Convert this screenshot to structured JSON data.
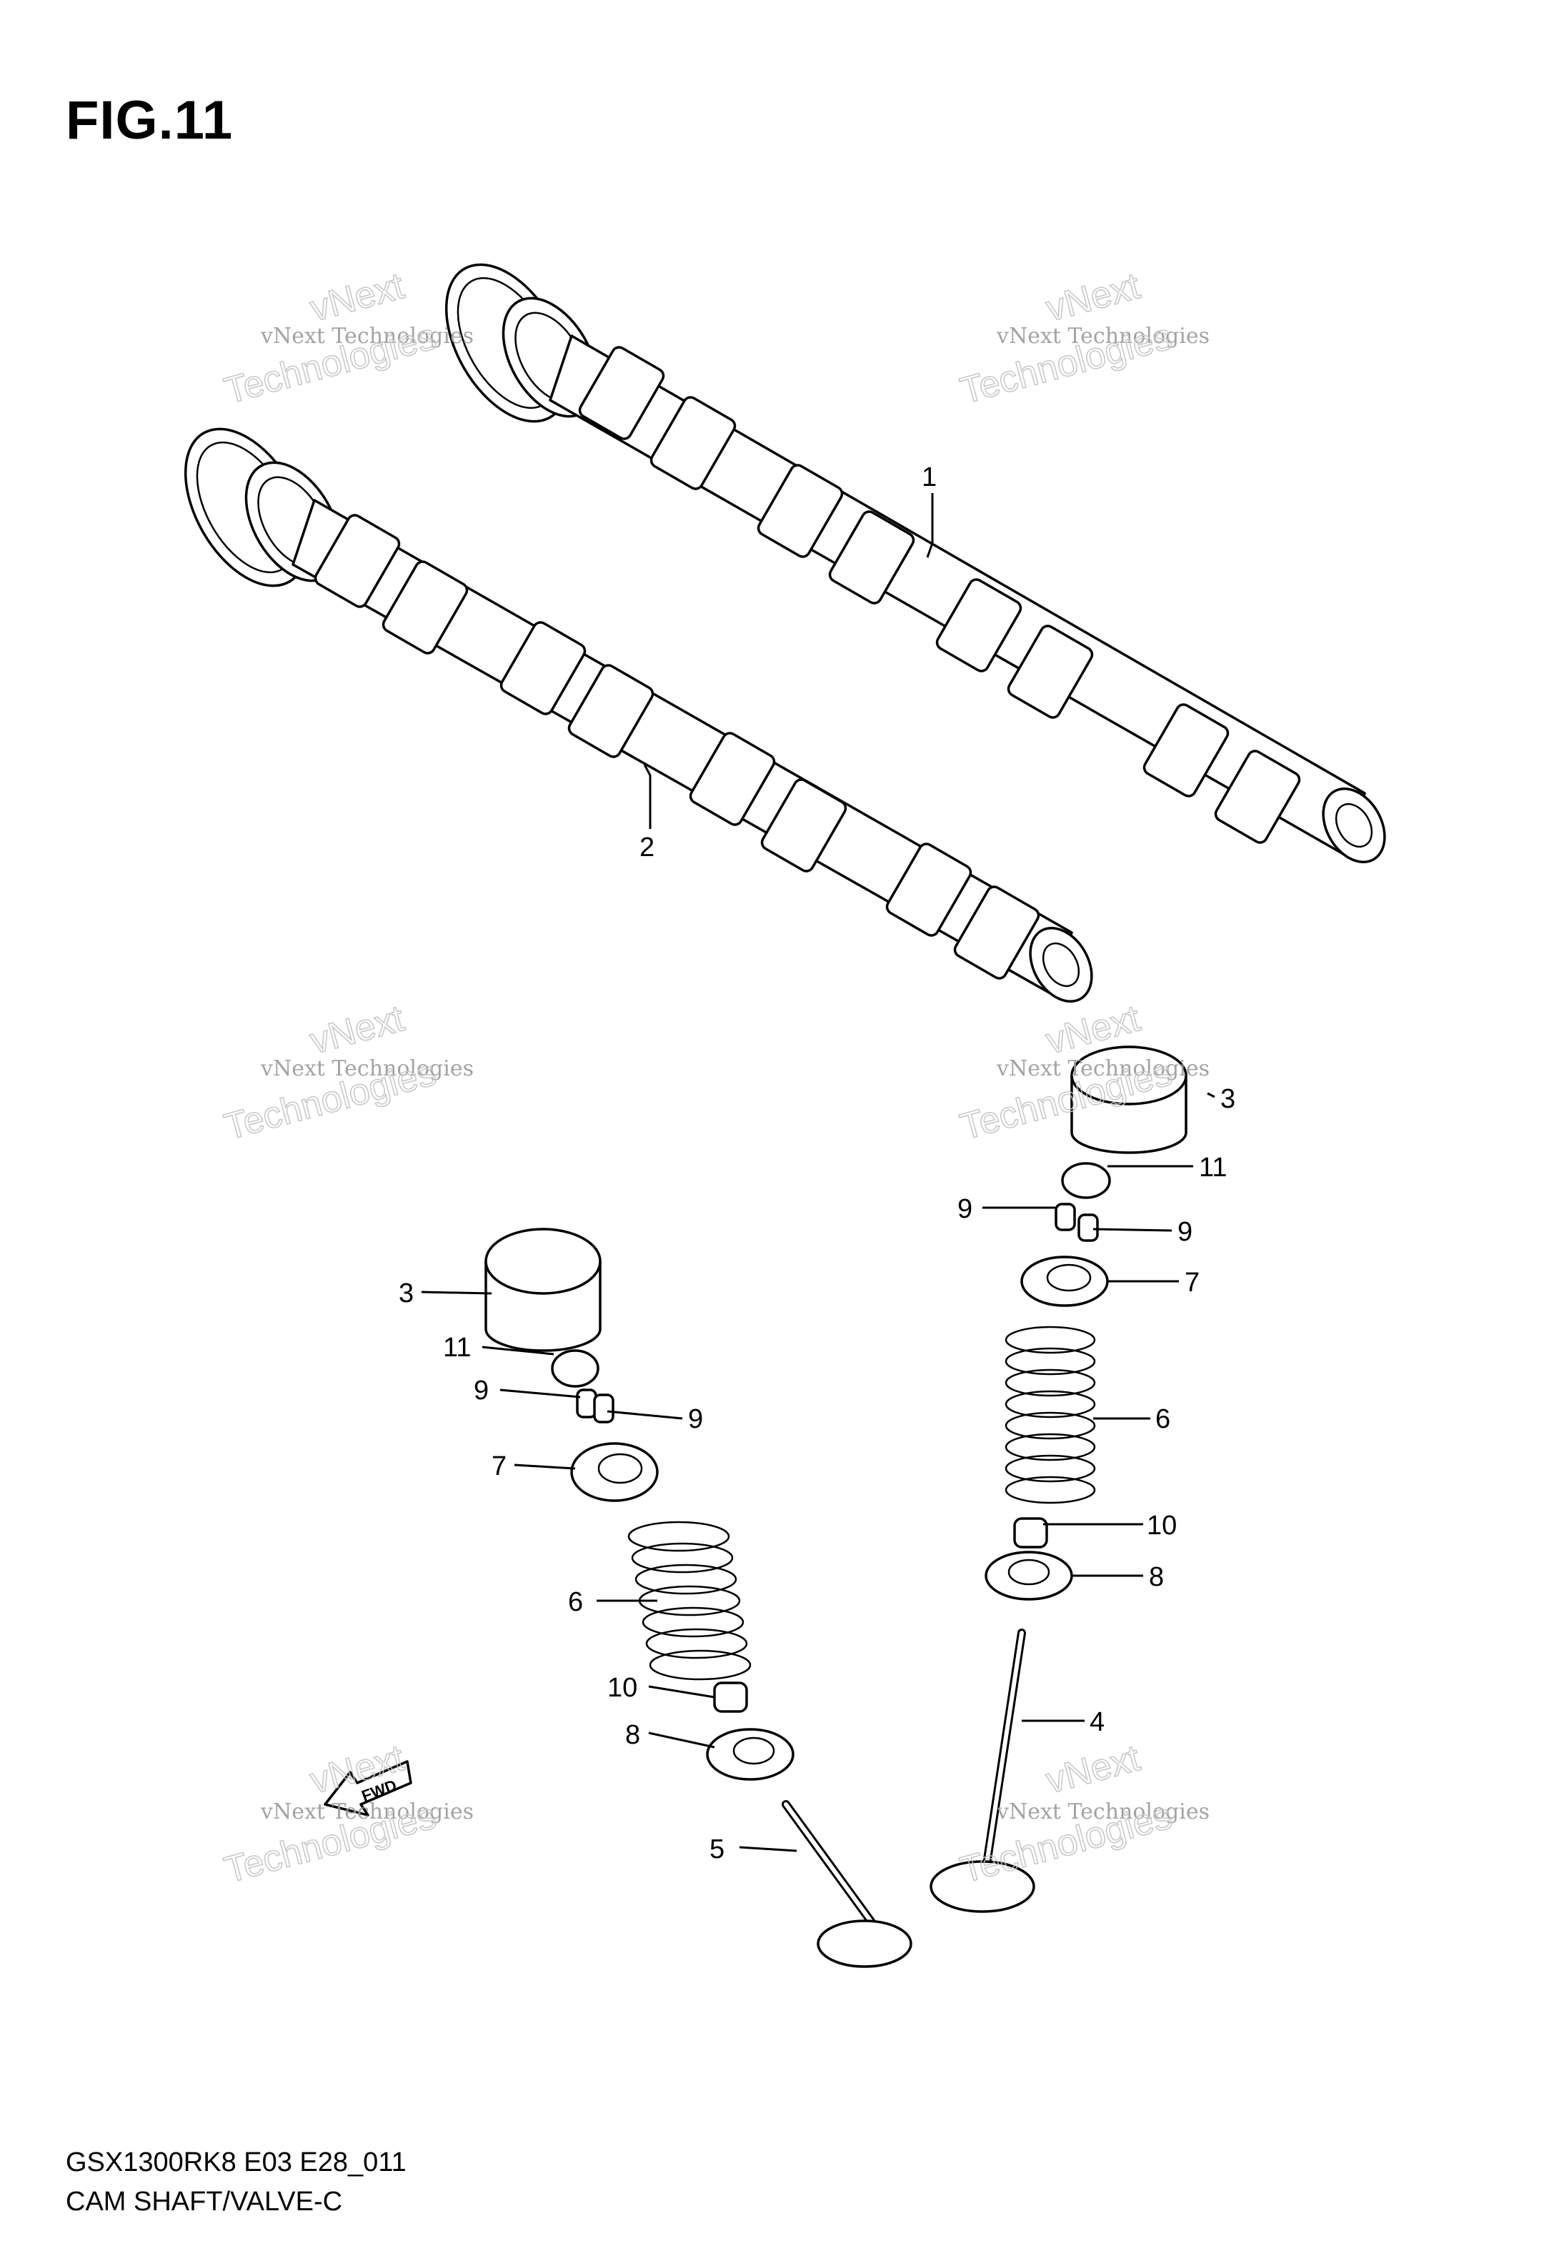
{
  "figure": {
    "title": "FIG.11"
  },
  "footer": {
    "model_code": "GSX1300RK8 E03 E28_011",
    "caption": "CAM SHAFT/VALVE-C"
  },
  "watermark": {
    "line1": "vNext Technologies",
    "line2": "vNext",
    "line3": "Technologies"
  },
  "fwd_badge": "FWD",
  "callouts": {
    "c1": "1",
    "c2": "2",
    "c3a": "3",
    "c3b": "3",
    "c4": "4",
    "c5": "5",
    "c6a": "6",
    "c6b": "6",
    "c7a": "7",
    "c7b": "7",
    "c8a": "8",
    "c8b": "8",
    "c9a": "9",
    "c9b": "9",
    "c9c": "9",
    "c9d": "9",
    "c10a": "10",
    "c10b": "10",
    "c11a": "11",
    "c11b": "11"
  }
}
